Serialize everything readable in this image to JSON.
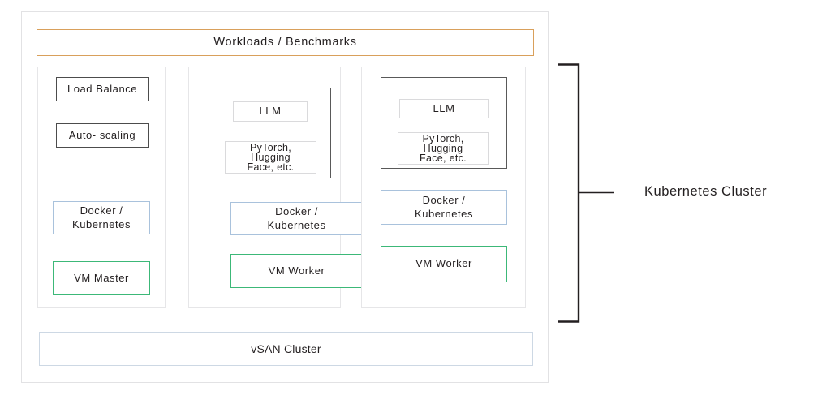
{
  "diagram": {
    "header": {
      "label": "Workloads / Benchmarks",
      "border_color": "#d9a05b"
    },
    "columns": [
      {
        "name": "master-node",
        "nodes": [
          {
            "label": "Load Balance",
            "style": "dark"
          },
          {
            "label": "Auto- scaling",
            "style": "dark"
          },
          {
            "label": "Docker /\nKubernetes",
            "style": "blue"
          },
          {
            "label": "VM Master",
            "style": "green"
          }
        ]
      },
      {
        "name": "worker-node-1",
        "host": {
          "label": "",
          "nodes": [
            {
              "label": "LLM",
              "style": "gray"
            },
            {
              "label": "PyTorch,\nHugging\nFace, etc.",
              "style": "gray"
            }
          ]
        },
        "nodes": [
          {
            "label": "Docker /\nKubernetes",
            "style": "blue"
          },
          {
            "label": "VM Worker",
            "style": "green"
          }
        ]
      },
      {
        "name": "worker-node-2",
        "host": {
          "label": "",
          "nodes": [
            {
              "label": "LLM",
              "style": "gray"
            },
            {
              "label": "PyTorch,\nHugging\nFace, etc.",
              "style": "gray"
            }
          ]
        },
        "nodes": [
          {
            "label": "Docker /\nKubernetes",
            "style": "blue"
          },
          {
            "label": "VM Worker",
            "style": "green"
          }
        ]
      }
    ],
    "storage": {
      "label": "vSAN Cluster",
      "border_color": "#cdd8e4"
    },
    "annotation": {
      "label": "Kubernetes Cluster",
      "bracket_color": "#231f20"
    },
    "colors": {
      "outer_border": "#e2e2e4",
      "column_border": "#e6e6e8",
      "dark": "#4c4c4c",
      "host": "#595959",
      "blue": "#a9c2dc",
      "green": "#3cb878",
      "gray": "#dadadc",
      "text": "#231f20"
    }
  }
}
